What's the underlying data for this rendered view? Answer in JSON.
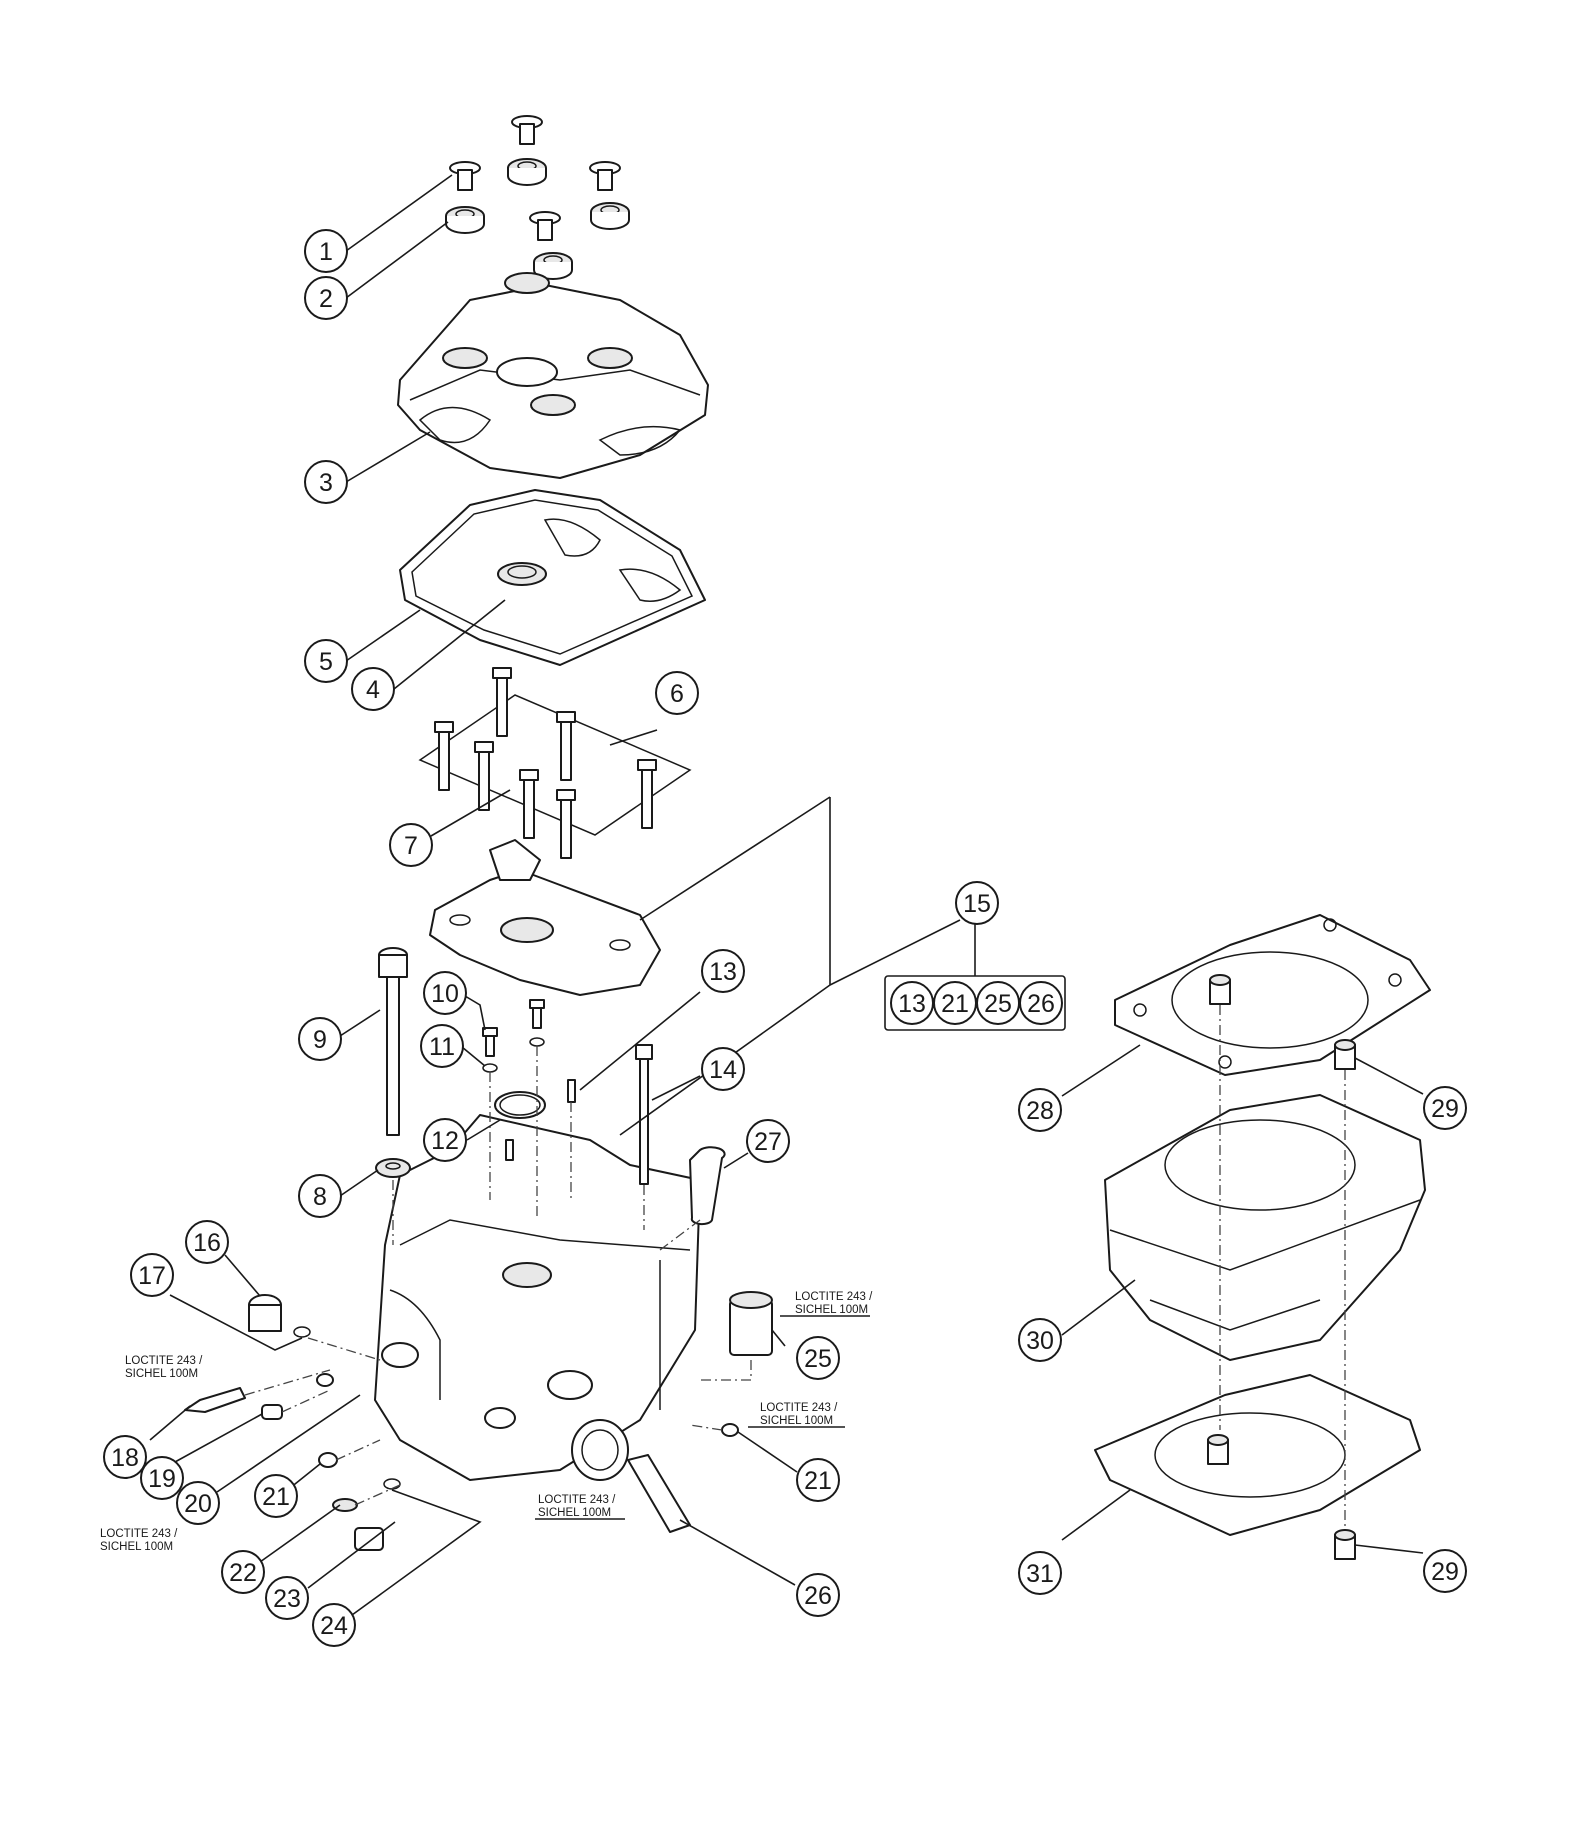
{
  "callouts": {
    "c1": "1",
    "c2": "2",
    "c3": "3",
    "c4": "4",
    "c5": "5",
    "c6": "6",
    "c7": "7",
    "c8": "8",
    "c9": "9",
    "c10": "10",
    "c11": "11",
    "c12": "12",
    "c13": "13",
    "c14": "14",
    "c15": "15",
    "c16": "16",
    "c17": "17",
    "c18": "18",
    "c19": "19",
    "c20": "20",
    "c21a": "21",
    "c21b": "21",
    "c22": "22",
    "c23": "23",
    "c24": "24",
    "c25": "25",
    "c26": "26",
    "c27": "27",
    "c28": "28",
    "c29a": "29",
    "c29b": "29",
    "c30": "30",
    "c31": "31"
  },
  "kit_group": {
    "label": "15",
    "items": [
      "13",
      "21",
      "25",
      "26"
    ]
  },
  "notes": {
    "n25": [
      "LOCTITE 243 /",
      "SICHEL 100M"
    ],
    "n21": [
      "LOCTITE 243 /",
      "SICHEL 100M"
    ],
    "n18": [
      "LOCTITE 243 /",
      "SICHEL 100M"
    ],
    "n21left": [
      "LOCTITE 243 /",
      "SICHEL 100M"
    ],
    "n26": [
      "LOCTITE 243 /",
      "SICHEL 100M"
    ]
  }
}
